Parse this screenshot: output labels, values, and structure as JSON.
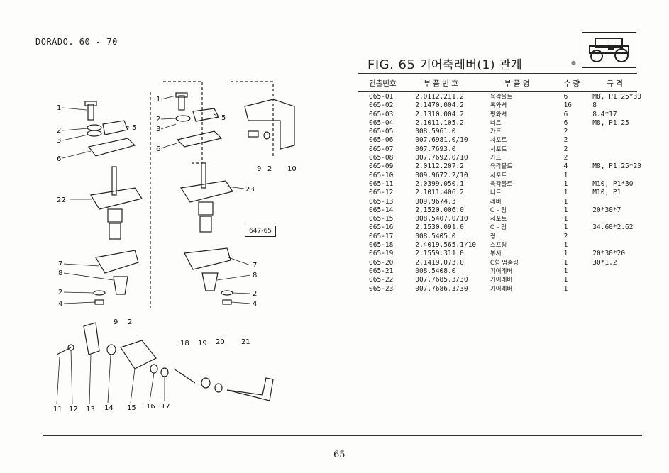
{
  "header": {
    "model": "DORADO. 60 - 70"
  },
  "figure": {
    "number": "FIG. 65",
    "title": "기어축레버(1) 관계",
    "ref_code": "647-65"
  },
  "table": {
    "headers": [
      "건출번호",
      "부 품 번 호",
      "부 품 명",
      "수 량",
      "규 격"
    ],
    "rows": [
      [
        "065-01",
        "2.0112.211.2",
        "육각볼트",
        "6",
        "M8, P1.25*30"
      ],
      [
        "065-02",
        "2.1470.004.2",
        "록와셔",
        "16",
        "8"
      ],
      [
        "065-03",
        "2.1310.004.2",
        "평와셔",
        "6",
        "8.4*17"
      ],
      [
        "065-04",
        "2.1011.105.2",
        "너트",
        "6",
        "M8, P1.25"
      ],
      [
        "065-05",
        "008.5961.0",
        "가드",
        "2",
        ""
      ],
      [
        "065-06",
        "007.6981.0/10",
        "서포트",
        "2",
        ""
      ],
      [
        "065-07",
        "007.7693.0",
        "서포트",
        "2",
        ""
      ],
      [
        "065-08",
        "007.7692.0/10",
        "가드",
        "2",
        ""
      ],
      [
        "065-09",
        "2.0112.207.2",
        "육각볼트",
        "4",
        "M8, P1.25*20"
      ],
      [
        "065-10",
        "009.9672.2/10",
        "서포트",
        "1",
        ""
      ],
      [
        "065-11",
        "2.0399.050.1",
        "육각볼트",
        "1",
        "M10, P1*30"
      ],
      [
        "065-12",
        "2.1011.406.2",
        "너트",
        "1",
        "M10, P1"
      ],
      [
        "065-13",
        "009.9674.3",
        "레버",
        "1",
        ""
      ],
      [
        "065-14",
        "2.1520.006.0",
        "O - 링",
        "1",
        "20*30*7"
      ],
      [
        "065-15",
        "008.5407.0/10",
        "서포트",
        "1",
        ""
      ],
      [
        "065-16",
        "2.1530.091.0",
        "O - 링",
        "1",
        "34.60*2.62"
      ],
      [
        "065-17",
        "008.5405.0",
        "링",
        "2",
        ""
      ],
      [
        "065-18",
        "2.4019.565.1/10",
        "스프링",
        "1",
        ""
      ],
      [
        "065-19",
        "2.1559.311.0",
        "부시",
        "1",
        "20*30*20"
      ],
      [
        "065-20",
        "2.1419.073.0",
        "C형 멈춤링",
        "1",
        "30*1.2"
      ],
      [
        "065-21",
        "008.5408.0",
        "기어레버",
        "1",
        ""
      ],
      [
        "065-22",
        "007.7685.3/30",
        "기어레버",
        "1",
        ""
      ],
      [
        "065-23",
        "007.7686.3/30",
        "기어레버",
        "1",
        ""
      ]
    ]
  },
  "callouts": {
    "c1a": "1",
    "c2a": "2",
    "c3a": "3",
    "c5a": "5",
    "c6a": "6",
    "c22": "22",
    "c7a": "7",
    "c8a": "8",
    "c2b": "2",
    "c4a": "4",
    "c1b": "1",
    "c2c": "2",
    "c3b": "3",
    "c5b": "5",
    "c6b": "6",
    "c9a": "9",
    "c2d": "2",
    "c10": "10",
    "c23": "23",
    "c7b": "7",
    "c8b": "8",
    "c2e": "2",
    "c4b": "4",
    "c9b": "9",
    "c2f": "2",
    "c18": "18",
    "c19": "19",
    "c20": "20",
    "c21": "21",
    "c11": "11",
    "c12": "12",
    "c13": "13",
    "c14": "14",
    "c15": "15",
    "c16": "16",
    "c17": "17"
  },
  "footer": {
    "page": "65"
  }
}
